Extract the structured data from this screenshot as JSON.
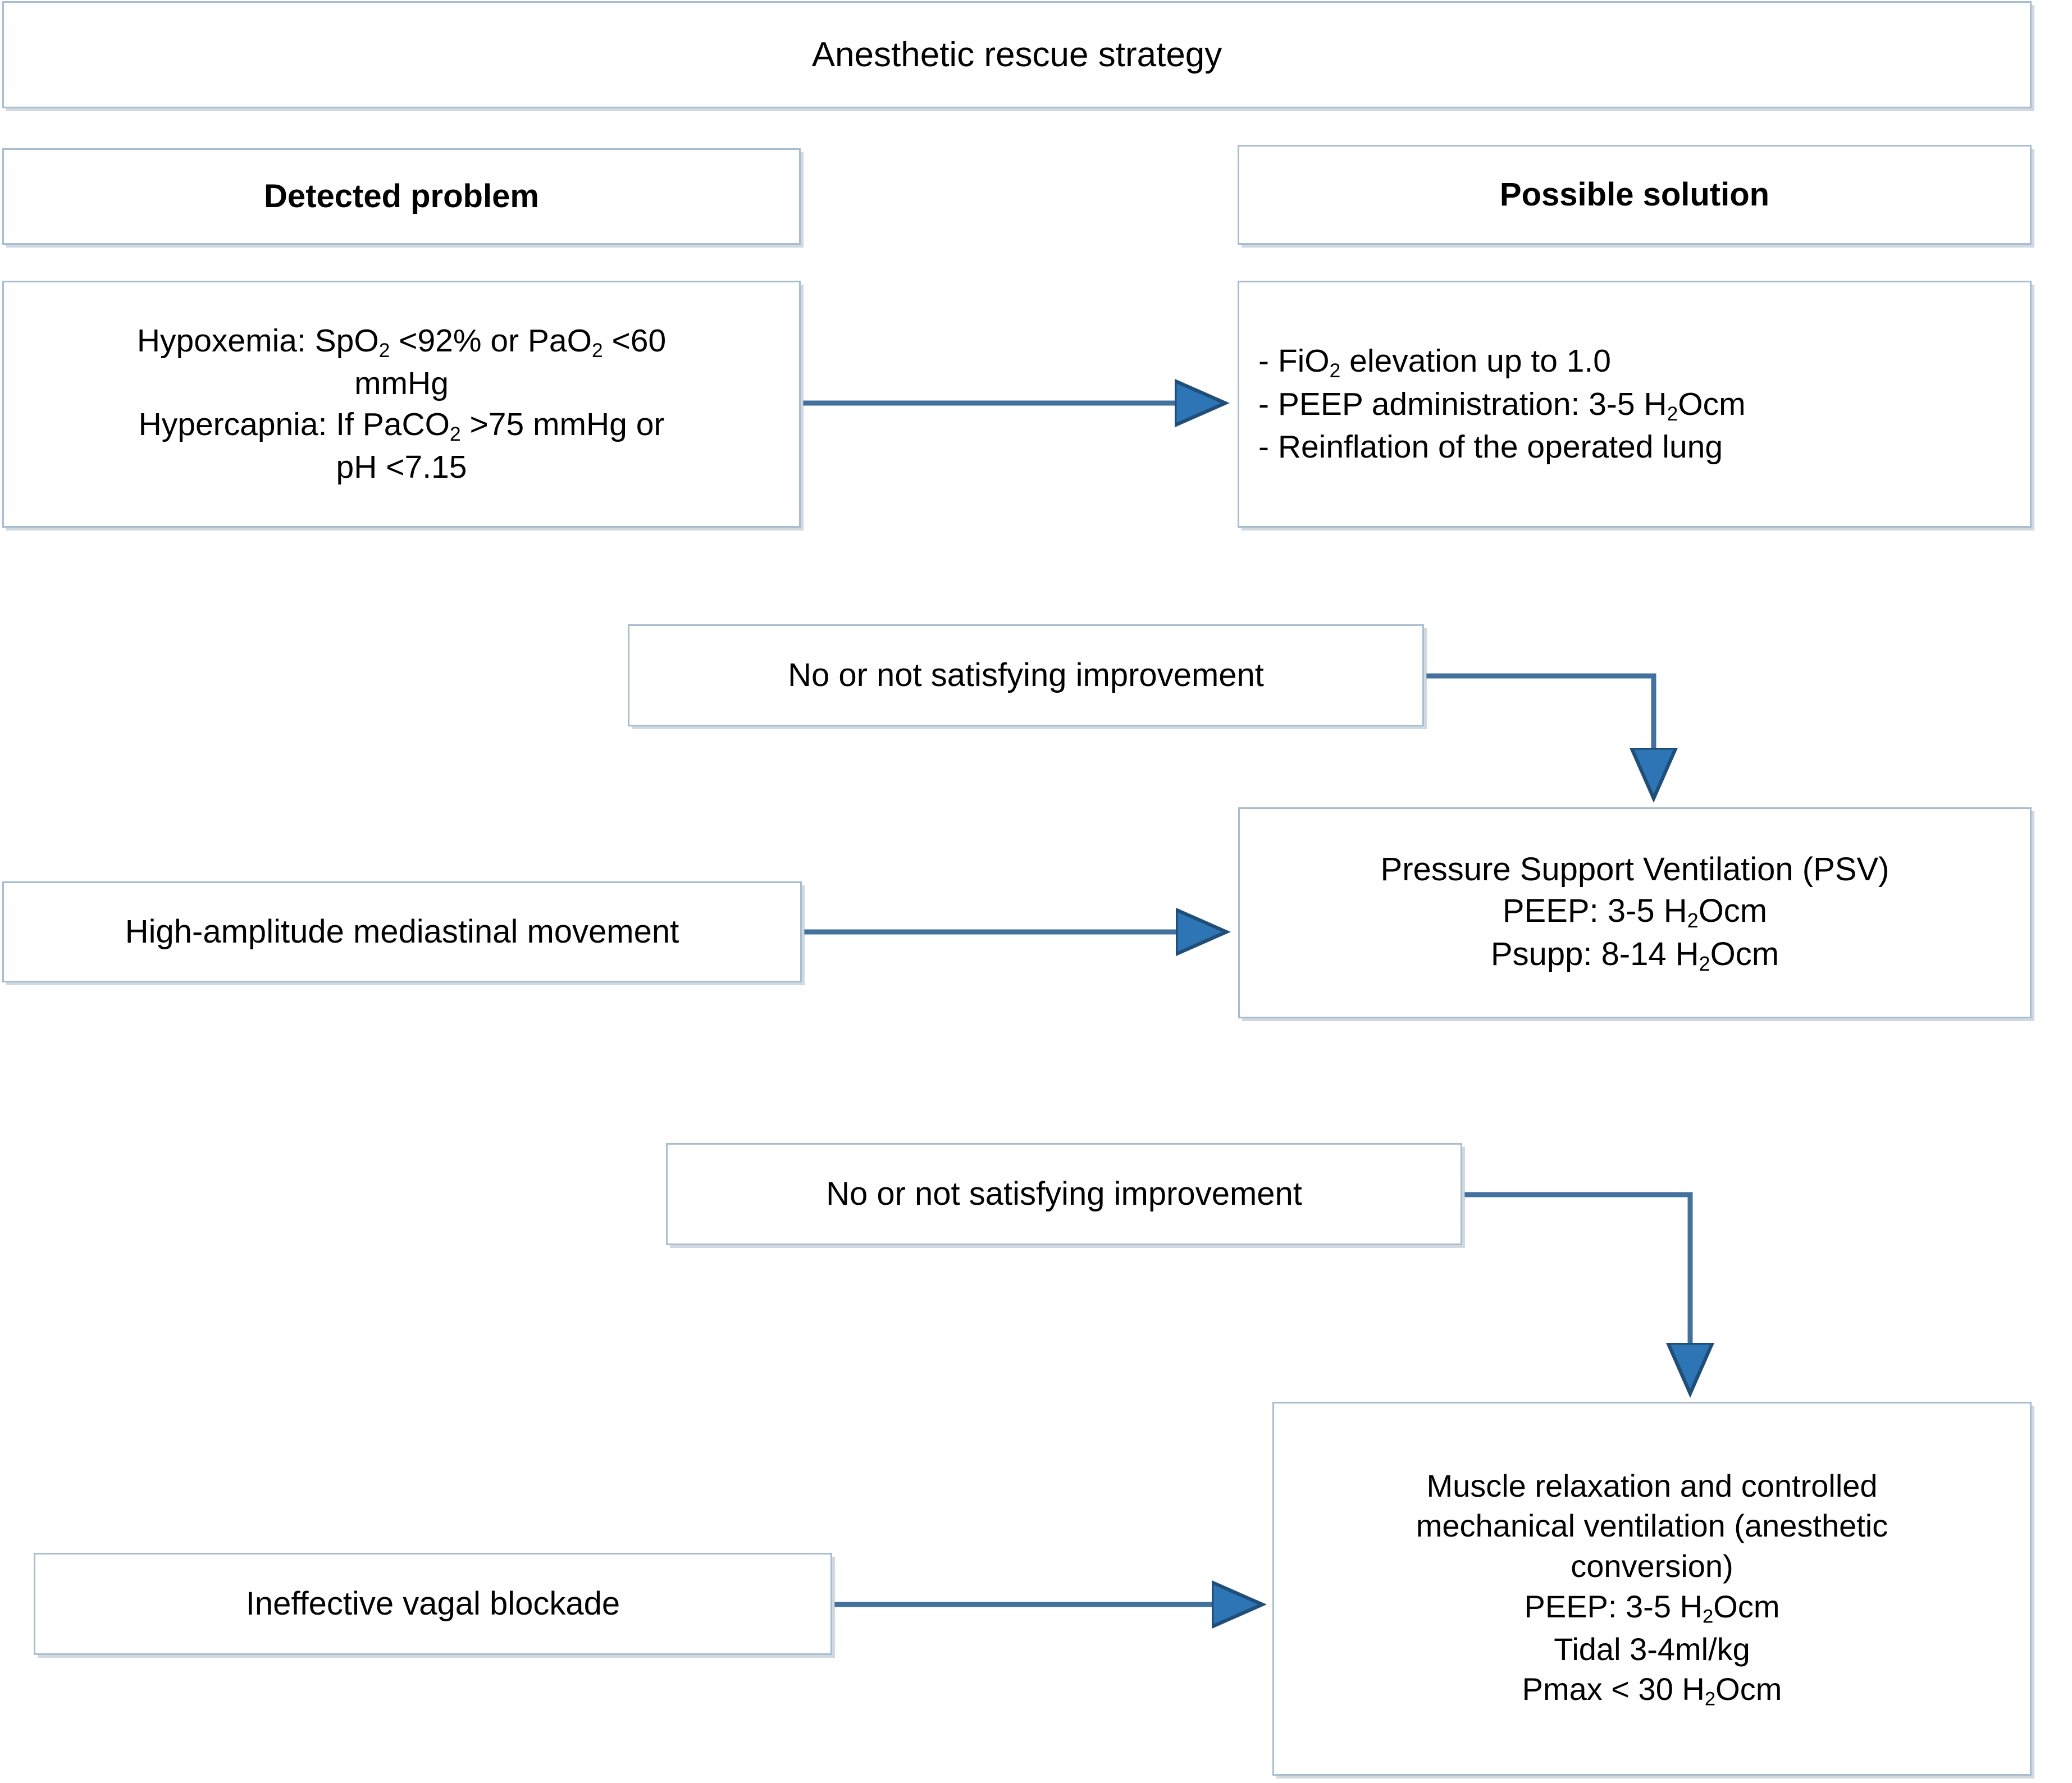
{
  "diagram": {
    "title": "Anesthetic rescue strategy",
    "accent_line_color": "#41719C",
    "accent_arrow_color": "#2E75B6",
    "box_border_color": "#A9BDD0"
  },
  "headers": {
    "problem": "Detected problem",
    "solution": "Possible solution"
  },
  "nodes": {
    "problem_1": {
      "lines": [
        "Hypoxemia: SpO₂ <92% or PaO₂ <60",
        "mmHg",
        "Hypercapnia: If PaCO₂ >75 mmHg or",
        "pH <7.15"
      ]
    },
    "solution_1": {
      "lines": [
        "- FiO₂ elevation up to 1.0",
        "- PEEP administration: 3-5 H₂Ocm",
        "- Reinflation of the operated lung"
      ]
    },
    "no_improvement_1": {
      "label": "No or not satisfying improvement"
    },
    "mediastinal": {
      "label": "High-amplitude mediastinal movement"
    },
    "psv": {
      "lines": [
        "Pressure Support Ventilation (PSV)",
        "PEEP: 3-5 H₂Ocm",
        "Psupp: 8-14 H₂Ocm"
      ]
    },
    "no_improvement_2": {
      "label": "No or not satisfying improvement"
    },
    "vagal": {
      "label": "Ineffective vagal blockade"
    },
    "muscle": {
      "lines": [
        "Muscle relaxation and controlled",
        "mechanical ventilation (anesthetic",
        "conversion)",
        "PEEP: 3-5 H₂Ocm",
        "Tidal 3-4ml/kg",
        "Pmax < 30 H₂Ocm"
      ]
    }
  }
}
